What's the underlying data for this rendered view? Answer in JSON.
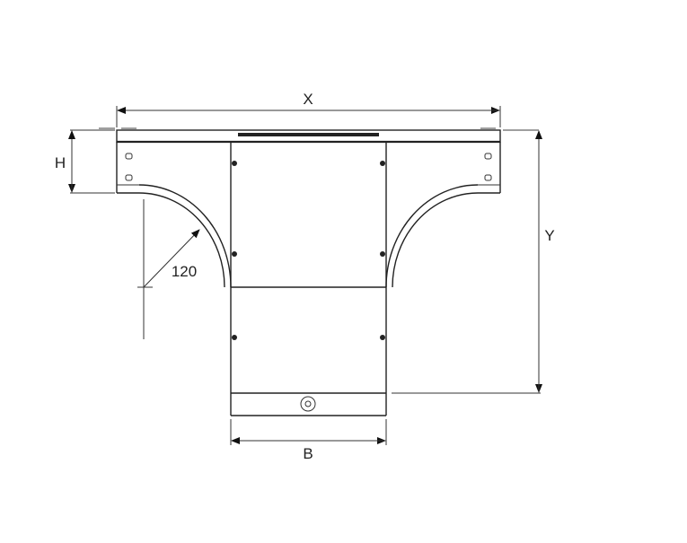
{
  "diagram": {
    "type": "technical-drawing",
    "subject": "cable tray tee fitting",
    "dimensions": {
      "x_label": "X",
      "y_label": "Y",
      "h_label": "H",
      "b_label": "B",
      "radius_label": "120"
    },
    "colors": {
      "line": "#222222",
      "background": "#ffffff"
    }
  }
}
